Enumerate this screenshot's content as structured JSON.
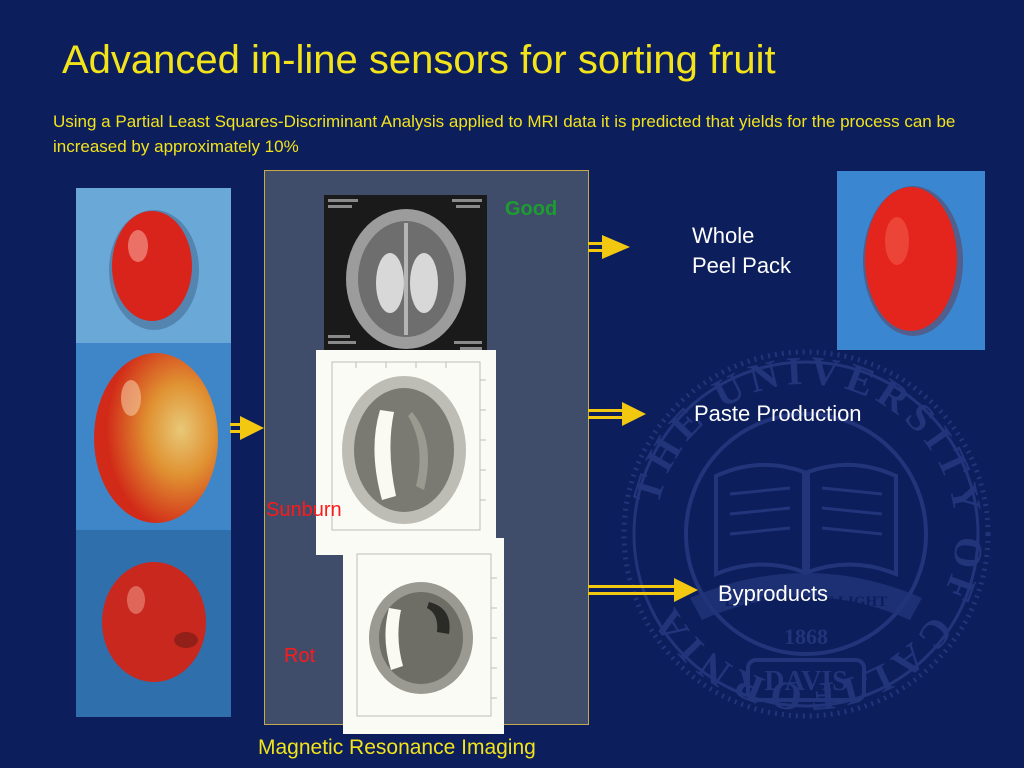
{
  "title": "Advanced in-line sensors for sorting fruit",
  "subtitle": "Using a Partial Least Squares-Discriminant Analysis applied to MRI data it is predicted that yields for the process can be increased by approximately 10%",
  "mri": {
    "caption": "Magnetic Resonance Imaging",
    "labels": {
      "good": "Good",
      "sunburn": "Sunburn",
      "rot": "Rot"
    }
  },
  "outputs": {
    "whole_line1": "Whole",
    "whole_line2": "Peel Pack",
    "paste": "Paste Production",
    "byproducts": "Byproducts"
  },
  "colors": {
    "background": "#0c1e5c",
    "title": "#f2e31a",
    "arrow": "#f2c811",
    "good": "#1d9c2f",
    "defect": "#ff1a1a"
  },
  "seal": {
    "ring_text": "THE UNIVERSITY OF CALIFORNIA",
    "banner": "LET THERE BE LIGHT",
    "year": "1868",
    "campus": "DAVIS"
  }
}
